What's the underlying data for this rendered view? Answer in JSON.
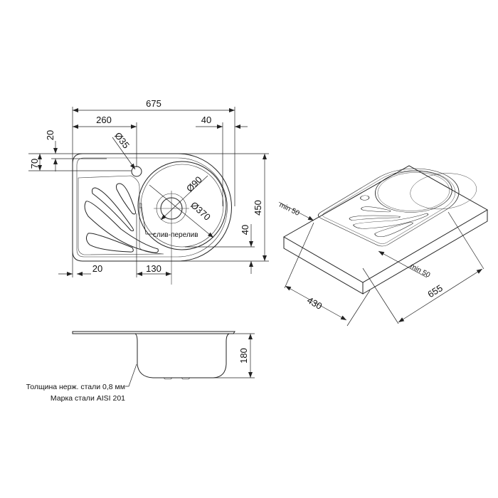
{
  "top_view": {
    "dims": {
      "overall_length": "675",
      "bowl_offset": "260",
      "right_margin": "40",
      "top_offset_20": "20",
      "hole_offset_70": "70",
      "overall_width": "450",
      "bottom_margin": "40",
      "left_margin": "20",
      "drain_offset": "130",
      "tap_hole_diameter": "Ø35",
      "drain_diameter": "Ø90",
      "bowl_diameter": "Ø370"
    },
    "overflow_label": "слив-перелив"
  },
  "iso_view": {
    "min_gap_left": "min 50",
    "min_gap_right": "min 50",
    "cutout_width": "430",
    "cutout_length": "655"
  },
  "side_view": {
    "depth": "180",
    "note_thickness": "Толщина нерж. стали 0,8 мм",
    "note_grade": "Марка стали AISI 201"
  }
}
